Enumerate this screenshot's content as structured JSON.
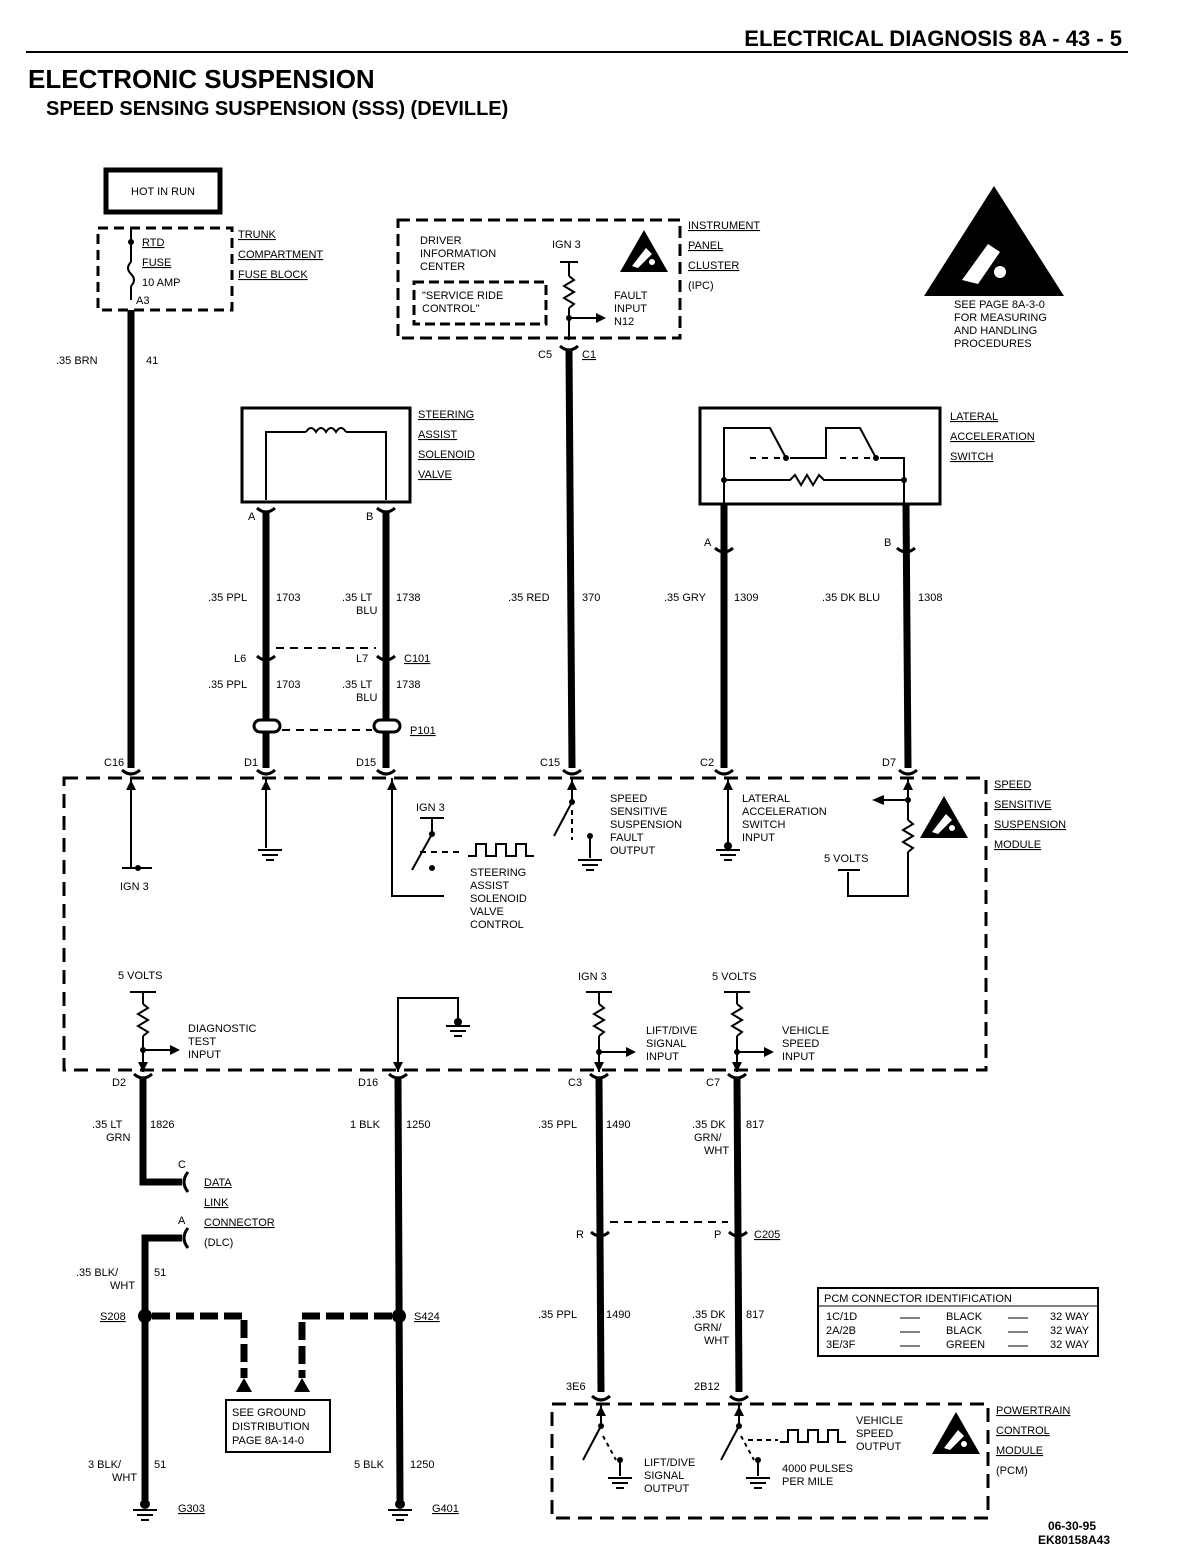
{
  "header": {
    "page_title": "ELECTRICAL DIAGNOSIS 8A - 43 - 5",
    "title": "ELECTRONIC SUSPENSION",
    "subtitle": "SPEED SENSING SUSPENSION (SSS) (DEVILLE)"
  },
  "power": {
    "hot_label": "HOT IN RUN",
    "fuse_lines": [
      "RTD",
      "FUSE",
      "10 AMP"
    ],
    "fuse_pin": "A3",
    "fuse_block": [
      "TRUNK",
      "COMPARTMENT",
      "FUSE BLOCK"
    ],
    "wire_gauge": ".35 BRN",
    "wire_circuit": "41"
  },
  "ipc": {
    "name": [
      "INSTRUMENT",
      "PANEL",
      "CLUSTER",
      "(IPC)"
    ],
    "dic": [
      "DRIVER",
      "INFORMATION",
      "CENTER"
    ],
    "service_ride": [
      "\"SERVICE RIDE",
      "CONTROL\""
    ],
    "ign": "IGN 3",
    "fault_input": [
      "FAULT",
      "INPUT",
      "N12"
    ],
    "conn_left": "C5",
    "conn_right": "C1"
  },
  "esd": {
    "text": [
      "SEE PAGE 8A-3-0",
      "FOR MEASURING",
      "AND HANDLING",
      "PROCEDURES"
    ]
  },
  "solenoid": {
    "name": [
      "STEERING",
      "ASSIST",
      "SOLENOID",
      "VALVE"
    ],
    "pin_a": "A",
    "pin_b": "B"
  },
  "lateral_switch": {
    "name": [
      "LATERAL",
      "ACCELERATION",
      "SWITCH"
    ],
    "pin_a": "A",
    "pin_b": "B"
  },
  "upper_wires": {
    "ppl_gauge": ".35 PPL",
    "ppl_circuit": "1703",
    "ltblu_gauge": [
      ".35 LT",
      "BLU"
    ],
    "ltblu_circuit": "1738",
    "red_gauge": ".35 RED",
    "red_circuit": "370",
    "gry_gauge": ".35 GRY",
    "gry_circuit": "1309",
    "dkblu_gauge": ".35 DK BLU",
    "dkblu_circuit": "1308",
    "l6": "L6",
    "l7": "L7",
    "c101": "C101",
    "p101": "P101"
  },
  "module": {
    "name": [
      "SPEED",
      "SENSITIVE",
      "SUSPENSION",
      "MODULE"
    ],
    "pins_top": [
      "C16",
      "D1",
      "D15",
      "C15",
      "C2",
      "D7"
    ],
    "pins_bottom": [
      "D2",
      "D16",
      "C3",
      "C7"
    ],
    "ign3": "IGN 3",
    "steering_control": [
      "STEERING",
      "ASSIST",
      "SOLENOID",
      "VALVE",
      "CONTROL"
    ],
    "fault_output": [
      "SPEED",
      "SENSITIVE",
      "SUSPENSION",
      "FAULT",
      "OUTPUT"
    ],
    "lat_input": [
      "LATERAL",
      "ACCELERATION",
      "SWITCH",
      "INPUT"
    ],
    "five_volts": "5 VOLTS",
    "diag_input": [
      "DIAGNOSTIC",
      "TEST",
      "INPUT"
    ],
    "lift_dive": [
      "LIFT/DIVE",
      "SIGNAL",
      "INPUT"
    ],
    "vss_input": [
      "VEHICLE",
      "SPEED",
      "INPUT"
    ]
  },
  "lower_wires": {
    "ltgrn_gauge": [
      ".35 LT",
      "GRN"
    ],
    "ltgrn_circuit": "1826",
    "blk_gauge": "1 BLK",
    "blk_circuit": "1250",
    "ppl_gauge": ".35 PPL",
    "ppl_circuit": "1490",
    "dkgrn_gauge": [
      ".35 DK",
      "GRN/",
      "WHT"
    ],
    "dkgrn_circuit": "817",
    "blkwht_gauge": [
      ".35 BLK/",
      "WHT"
    ],
    "blkwht_circuit": "51",
    "blk3_gauge": [
      "3 BLK/",
      "WHT"
    ],
    "blk3_circuit": "51",
    "blk5_gauge": "5 BLK",
    "blk5_circuit": "1250",
    "s208": "S208",
    "s424": "S424",
    "g303": "G303",
    "g401": "G401",
    "c205": "C205",
    "pin_r": "R",
    "pin_p": "P"
  },
  "dlc": {
    "name": [
      "DATA",
      "LINK",
      "CONNECTOR",
      "(DLC)"
    ],
    "pin_c": "C",
    "pin_a": "A"
  },
  "ground_box": [
    "SEE GROUND",
    "DISTRIBUTION",
    "PAGE 8A-14-0"
  ],
  "pcm_table": {
    "title": "PCM CONNECTOR IDENTIFICATION",
    "rows": [
      [
        "1C/1D",
        "BLACK",
        "32 WAY"
      ],
      [
        "2A/2B",
        "BLACK",
        "32 WAY"
      ],
      [
        "3E/3F",
        "GREEN",
        "32 WAY"
      ]
    ]
  },
  "pcm": {
    "name": [
      "POWERTRAIN",
      "CONTROL",
      "MODULE",
      "(PCM)"
    ],
    "pin_left": "3E6",
    "pin_right": "2B12",
    "lift_output": [
      "LIFT/DIVE",
      "SIGNAL",
      "OUTPUT"
    ],
    "vss_output": [
      "VEHICLE",
      "SPEED",
      "OUTPUT"
    ],
    "pulses": [
      "4000 PULSES",
      "PER MILE"
    ]
  },
  "footer": {
    "date": "06-30-95",
    "code": "EK80158A43"
  }
}
